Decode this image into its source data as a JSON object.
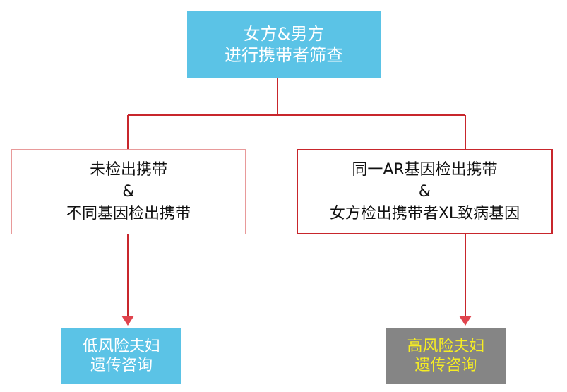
{
  "colors": {
    "accent_blue": "#5bc3e6",
    "connector_red": "#c8262c",
    "arrow_head": "#e0444d",
    "gray_box": "#858585",
    "high_risk_text": "#f6ed23"
  },
  "nodes": {
    "top": {
      "line1": "女方&男方",
      "line2": "进行携带者筛查"
    },
    "left": {
      "line1": "未检出携带",
      "line2": "&",
      "line3": "不同基因检出携带"
    },
    "right": {
      "line1": "同一AR基因检出携带",
      "line2": "&",
      "line3": "女方检出携带者XL致病基因"
    },
    "low_risk": {
      "line1": "低风险夫妇",
      "line2": "遗传咨询"
    },
    "high_risk": {
      "line1": "高风险夫妇",
      "line2": "遗传咨询"
    }
  }
}
